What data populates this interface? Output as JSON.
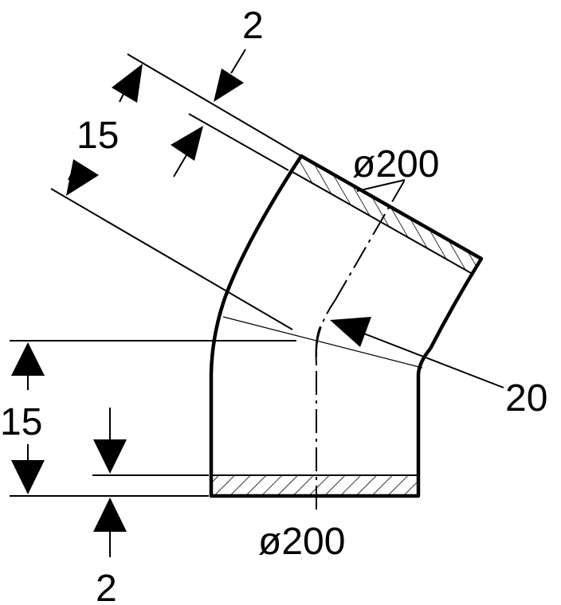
{
  "drawing": {
    "labels": {
      "top_wall": "2",
      "top_length": "15",
      "top_diameter": "ø200",
      "angle": "20",
      "bottom_length": "15",
      "bottom_diameter": "ø200",
      "bottom_wall": "2"
    }
  }
}
